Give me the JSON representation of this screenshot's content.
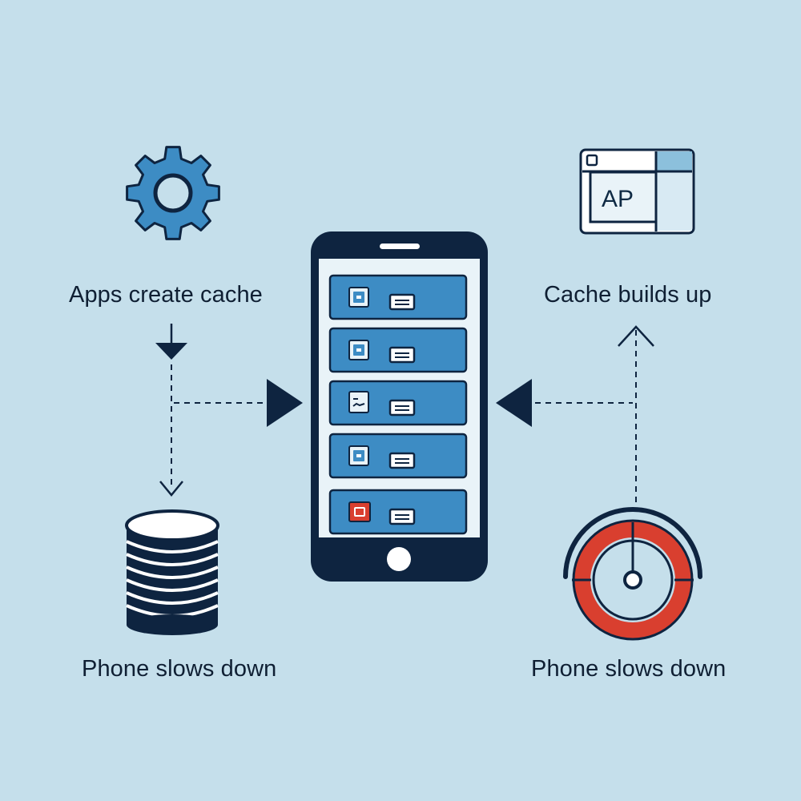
{
  "colors": {
    "background": "#c5dfeb",
    "navy": "#0e2440",
    "blue": "#3d8cc4",
    "panel_light": "#e9f3f8",
    "red": "#d93f2f",
    "white": "#ffffff"
  },
  "icons": {
    "top_left": "gear-icon",
    "top_right": "app-window-icon",
    "bottom_left": "database-stack-icon",
    "bottom_right": "speedometer-gauge-icon",
    "center": "smartphone-icon"
  },
  "labels": {
    "apps_create_cache": "Apps create cache",
    "cache_builds_up": "Cache builds up",
    "phone_slows_down_left": "Phone slows down",
    "phone_slows_down_right": "Phone slows down"
  },
  "window_icon": {
    "text": "AP"
  },
  "phone": {
    "app_rows": [
      {
        "icon": "app-icon-blue"
      },
      {
        "icon": "app-icon-blue"
      },
      {
        "icon": "app-icon-chart"
      },
      {
        "icon": "app-icon-blue"
      },
      {
        "icon": "app-icon-red"
      }
    ]
  }
}
